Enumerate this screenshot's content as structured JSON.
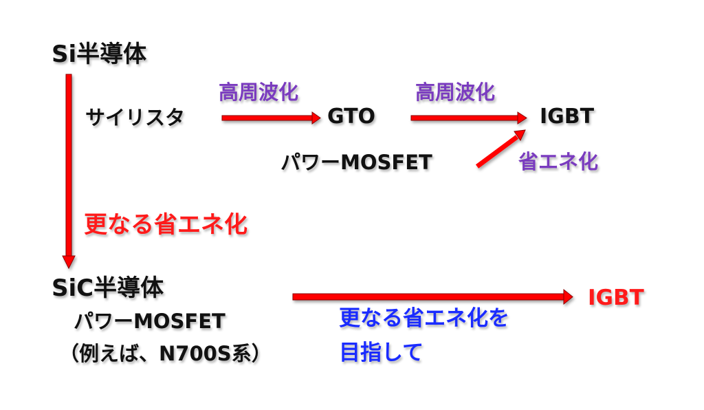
{
  "top": {
    "title": "Si半導体",
    "thyristor": "サイリスタ",
    "gto": "GTO",
    "igbt": "IGBT",
    "power_mosfet": "パワーMOSFET",
    "label_hf_1": "高周波化",
    "label_hf_2": "高周波化",
    "label_energy": "省エネ化"
  },
  "middle": {
    "label_more_energy": "更なる省エネ化"
  },
  "bottom": {
    "title": "SiC半導体",
    "power_mosfet": "パワーMOSFET",
    "example": "（例えば、N700S系）",
    "goal_line1": "更なる省エネ化を",
    "goal_line2": "目指して",
    "igbt": "IGBT"
  },
  "colors": {
    "arrow_red": "#ff0000",
    "label_purple": "#7a3bbf",
    "emphasis_red": "#ff1a1a",
    "goal_blue": "#1a2bff",
    "text_black": "#111111"
  }
}
